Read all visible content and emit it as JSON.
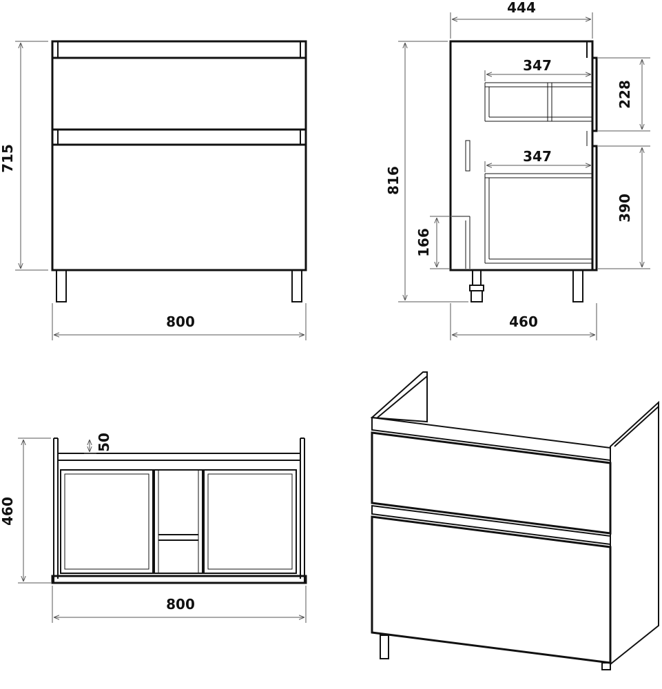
{
  "front_view": {
    "height_label": "715",
    "width_label": "800"
  },
  "side_view": {
    "top_depth_label": "444",
    "overall_height_label": "816",
    "bottom_depth_label": "460",
    "upper_drawer_depth_label": "347",
    "lower_drawer_depth_label": "347",
    "upper_drawer_height_label": "228",
    "lower_drawer_height_label": "390",
    "cutout_height_label": "166"
  },
  "top_view": {
    "depth_label": "460",
    "width_label": "800",
    "offset_label": "50"
  }
}
